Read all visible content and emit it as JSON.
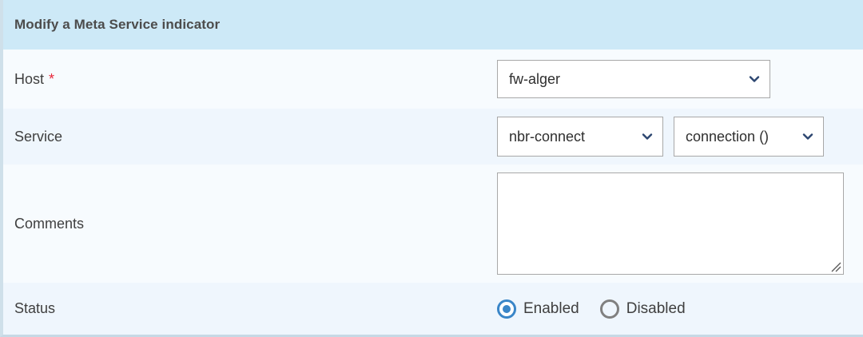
{
  "header": {
    "title": "Modify a Meta Service indicator"
  },
  "colors": {
    "header_background": "#cde9f7",
    "row_light": "#f7fbfe",
    "row_tinted": "#eff6fd",
    "required_star": "#e8273b",
    "chevron": "#2c4670",
    "radio_selected": "#3a86c8",
    "radio_unselected": "#808080",
    "field_border": "#a8a8a8",
    "panel_edge": "#cfe0ea"
  },
  "form": {
    "host": {
      "label": "Host",
      "required_marker": "*",
      "select": {
        "value": "fw-alger",
        "icon": "chevron-down-icon"
      }
    },
    "service": {
      "label": "Service",
      "service_select": {
        "value": "nbr-connect",
        "icon": "chevron-down-icon"
      },
      "metric_select": {
        "value": "connection ()",
        "icon": "chevron-down-icon"
      }
    },
    "comments": {
      "label": "Comments",
      "value": "",
      "placeholder": ""
    },
    "status": {
      "label": "Status",
      "options": [
        {
          "label": "Enabled",
          "selected": true
        },
        {
          "label": "Disabled",
          "selected": false
        }
      ]
    }
  }
}
